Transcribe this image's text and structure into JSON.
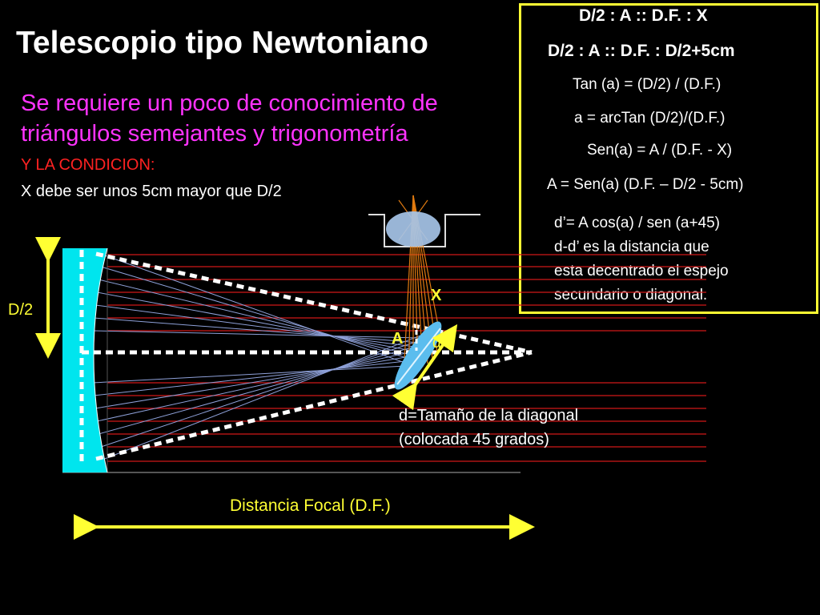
{
  "slide": {
    "title": "Telescopio tipo Newtoniano",
    "intro_line1": "Se requiere un poco de conocimiento de",
    "intro_line2": "triángulos semejantes y trigonometría",
    "condition_title": "Y LA CONDICION:",
    "condition_text": "X debe ser unos 5cm mayor que D/2"
  },
  "formulas": {
    "f1": "D/2 : A :: D.F. : X",
    "f2": "D/2 : A :: D.F. : D/2+5cm",
    "f3": "Tan (a) = (D/2) / (D.F.)",
    "f4": "a = arcTan (D/2)/(D.F.)",
    "f5": "Sen(a) = A / (D.F. - X)",
    "f6": "A = Sen(a) (D.F. – D/2 - 5cm)",
    "note1": "d’= A cos(a) / sen (a+45)",
    "note2": "d-d’ es la distancia que",
    "note3": "esta decentrado el espejo",
    "note4": "secundario o diagonal."
  },
  "diagram": {
    "label_d2": "D/2",
    "label_x": "X",
    "label_a": "A",
    "label_d": "d",
    "diag_size_1": "d=Tamaño de la diagonal",
    "diag_size_2": "(colocada 45 grados)",
    "focal_label": "Distancia Focal  (D.F.)"
  },
  "colors": {
    "background": "#000000",
    "mirror": "#00e5ee",
    "arrows": "#ffff33",
    "rays_red": "#d01818",
    "rays_blue": "#8ea0d8",
    "rays_orange": "#e07a10",
    "lens": "#a6c4e8",
    "box_border": "#ffff33",
    "intro_text": "#ff33ff",
    "condition_text": "#ff2222"
  }
}
